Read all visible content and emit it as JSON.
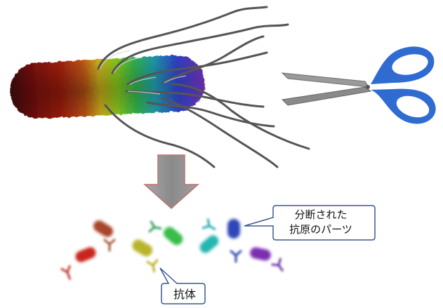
{
  "labels": {
    "fragmented_antigen_parts": [
      "分断された",
      "抗原のパーツ"
    ],
    "antibody": "抗体"
  },
  "colors": {
    "bacterium_gradient": [
      "#4a0a06",
      "#8a1212",
      "#c22b12",
      "#e06a18",
      "#e8c21c",
      "#8fd21e",
      "#34b848",
      "#1f9fb0",
      "#2f3fc0",
      "#6a2ca8"
    ],
    "flagella": "#555555",
    "scissors_handle": "#2f6bd1",
    "scissors_blade": "#8c8c8c",
    "arrow_fill": "#9a9a9a",
    "arrow_stroke": "#c07070",
    "callout_border": "#3a5a90",
    "fragments": [
      "#a23a28",
      "#c8251f",
      "#b9b52a",
      "#3bbf4a",
      "#28b7b2",
      "#2d46b8",
      "#7a2fb0"
    ],
    "antibodies": [
      "#c0392b",
      "#a04020",
      "#2e9e5a",
      "#b8b020",
      "#1faab0",
      "#2a40b0",
      "#6a30a8"
    ]
  },
  "icons": [
    "bacterium",
    "flagellum",
    "scissors-icon",
    "down-arrow",
    "antigen-fragment",
    "antibody-y-icon",
    "callout"
  ]
}
